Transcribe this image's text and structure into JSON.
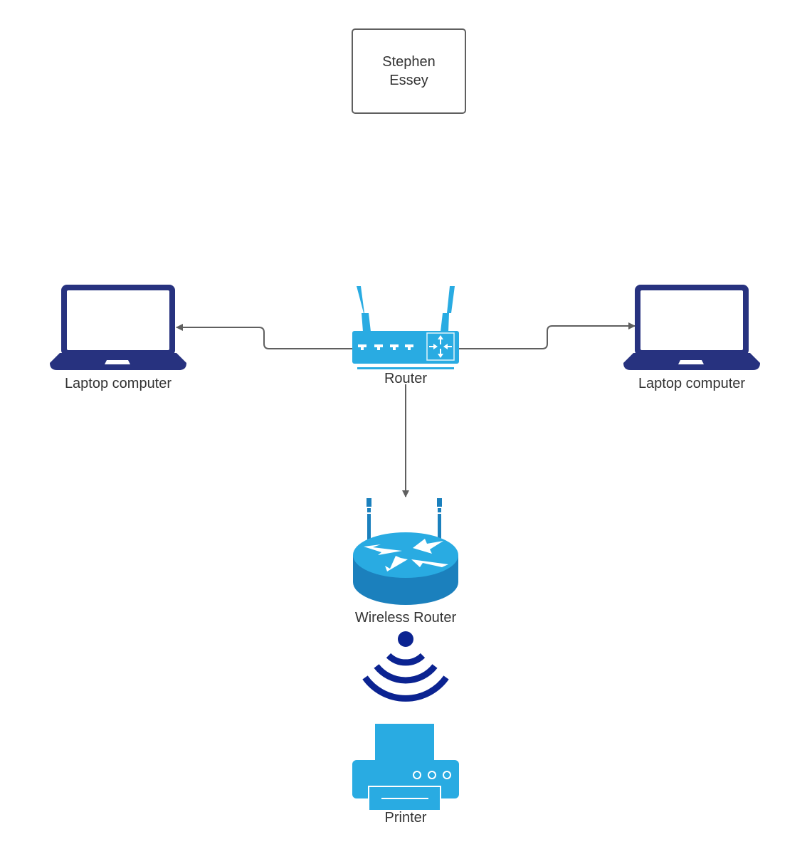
{
  "title_box": {
    "line1": "Stephen",
    "line2": "Essey"
  },
  "nodes": {
    "laptop_left": {
      "label": "Laptop computer",
      "icon": "laptop-icon"
    },
    "laptop_right": {
      "label": "Laptop computer",
      "icon": "laptop-icon"
    },
    "router": {
      "label": "Router",
      "icon": "router-icon"
    },
    "wireless_router": {
      "label": "Wireless Router",
      "icon": "wireless-router-icon"
    },
    "wifi": {
      "icon": "wifi-signal-icon"
    },
    "printer": {
      "label": "Printer",
      "icon": "printer-icon"
    }
  },
  "connections": [
    {
      "from": "Router",
      "to": "Laptop computer (left)"
    },
    {
      "from": "Router",
      "to": "Laptop computer (right)"
    },
    {
      "from": "Router",
      "to": "Wireless Router"
    }
  ],
  "colors": {
    "laptop": "#27327f",
    "device_blue": "#29abe2",
    "wireless_router": "#1b80bd",
    "wifi": "#0b2391",
    "connector": "#5f5f5f",
    "text": "#333333"
  }
}
